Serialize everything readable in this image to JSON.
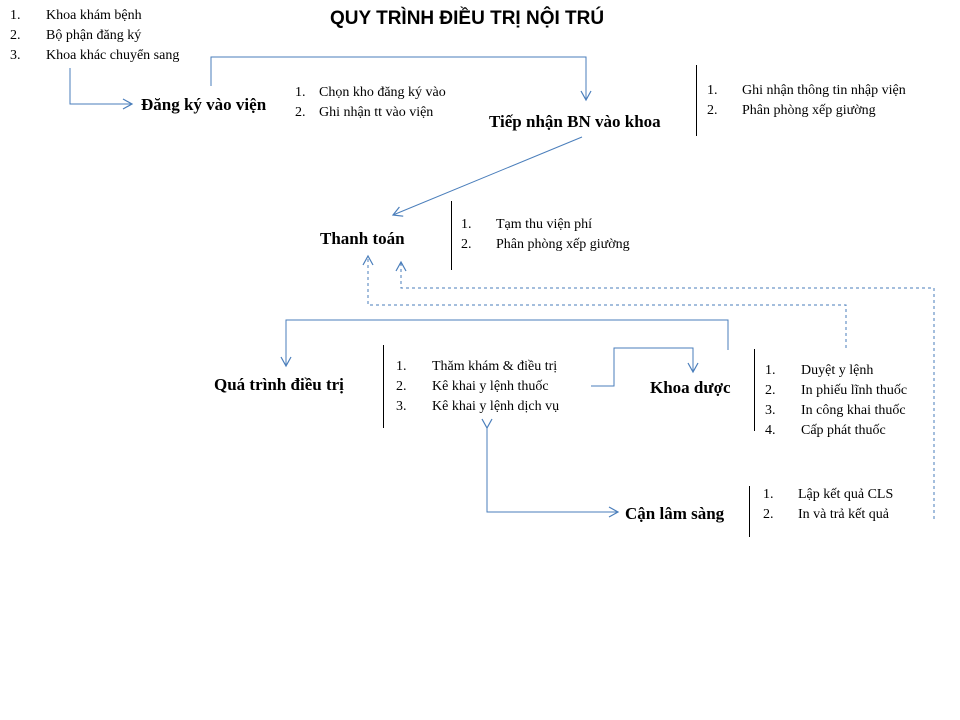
{
  "title": "QUY TRÌNH ĐIỀU TRỊ NỘI TRÚ",
  "sources": [
    "Khoa khám bệnh",
    "Bộ phận đăng ký",
    "Khoa khác chuyển sang"
  ],
  "nodes": {
    "dang_ky": "Đăng ký vào viện",
    "tiep_nhan": "Tiếp nhận BN vào khoa",
    "thanh_toan": "Thanh toán",
    "qua_trinh": "Quá trình điều trị",
    "khoa_duoc": "Khoa dược",
    "can_lam_sang": "Cận lâm sàng"
  },
  "lists": {
    "dang_ky": [
      "Chọn kho đăng ký vào",
      "Ghi nhận tt vào viện"
    ],
    "tiep_nhan": [
      "Ghi nhận thông tin nhập viện",
      "Phân phòng xếp giường"
    ],
    "thanh_toan": [
      "Tạm thu viện phí",
      "Phân phòng xếp giường"
    ],
    "qua_trinh": [
      "Thăm khám & điều trị",
      "Kê khai y lệnh thuốc",
      "Kê khai y lệnh dịch vụ"
    ],
    "khoa_duoc": [
      "Duyệt y lệnh",
      "In phiếu lĩnh thuốc",
      "In công khai thuốc",
      "Cấp phát thuốc"
    ],
    "can_lam_sang": [
      "Lập kết quả CLS",
      "In và trả kết quả"
    ]
  },
  "colors": {
    "arrow": "#4a7ebb",
    "text": "#000000"
  }
}
